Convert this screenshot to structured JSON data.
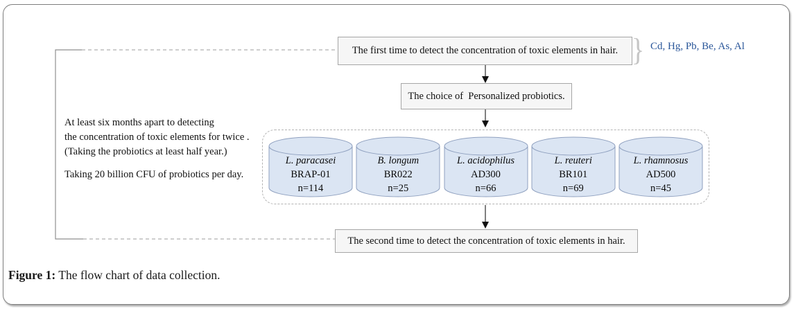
{
  "figure": {
    "caption_label": "Figure 1:",
    "caption_text": " The flow chart of data collection."
  },
  "flow": {
    "step1": "The first time to detect the concentration of toxic elements in hair.",
    "brace_glyph": "}",
    "elements_list": "Cd, Hg, Pb, Be, As, Al",
    "step2": "The choice of  Personalized probiotics.",
    "step_final": "The second time to detect the concentration of toxic elements in hair.",
    "note_lines": [
      "At least six months apart to detecting",
      "the concentration of toxic elements for twice .",
      "(Taking the probiotics at least half year.)",
      "Taking 20 billion CFU of probiotics per day."
    ],
    "probiotics": [
      {
        "species": "L. paracasei",
        "strain": "BRAP-01",
        "n": "n=114"
      },
      {
        "species": "B. longum",
        "strain": "BR022",
        "n": "n=25"
      },
      {
        "species": "L. acidophilus",
        "strain": "AD300",
        "n": "n=66"
      },
      {
        "species": "L. reuteri",
        "strain": "BR101",
        "n": "n=69"
      },
      {
        "species": "L. rhamnosus",
        "strain": "AD500",
        "n": "n=45"
      }
    ],
    "colors": {
      "elements_text": "#2a5699",
      "cylinder_fill": "#dbe5f3",
      "cylinder_stroke": "#8fa0bf",
      "box_background": "#f6f6f6",
      "box_border": "#a6a6a6",
      "connector_gray": "#8f8f8f"
    }
  }
}
